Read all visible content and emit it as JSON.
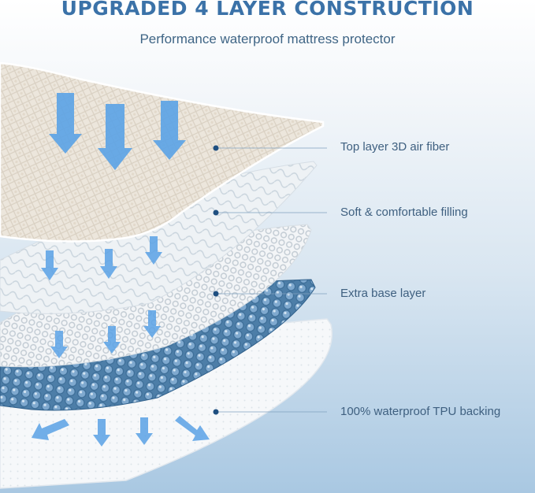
{
  "header": {
    "title": "UPGRADED 4 LAYER CONSTRUCTION",
    "subtitle": "Performance waterproof mattress protector"
  },
  "layers": [
    {
      "label": "Top layer 3D air fiber"
    },
    {
      "label": "Soft & comfortable filling"
    },
    {
      "label": "Extra base layer"
    },
    {
      "label": "100% waterproof TPU backing"
    }
  ],
  "colors": {
    "title": "#3b72a8",
    "subtitle": "#3f6585",
    "label": "#3f6080",
    "arrow": "#5aa2e6",
    "dot": "#1f4f80",
    "top_layer": "#ece6dc",
    "filling_layer": "#eef2f5",
    "base_layer": "#f3f5f7",
    "bubble_layer": "#5f8fb8",
    "tpu_layer": "#f6f8fa"
  }
}
